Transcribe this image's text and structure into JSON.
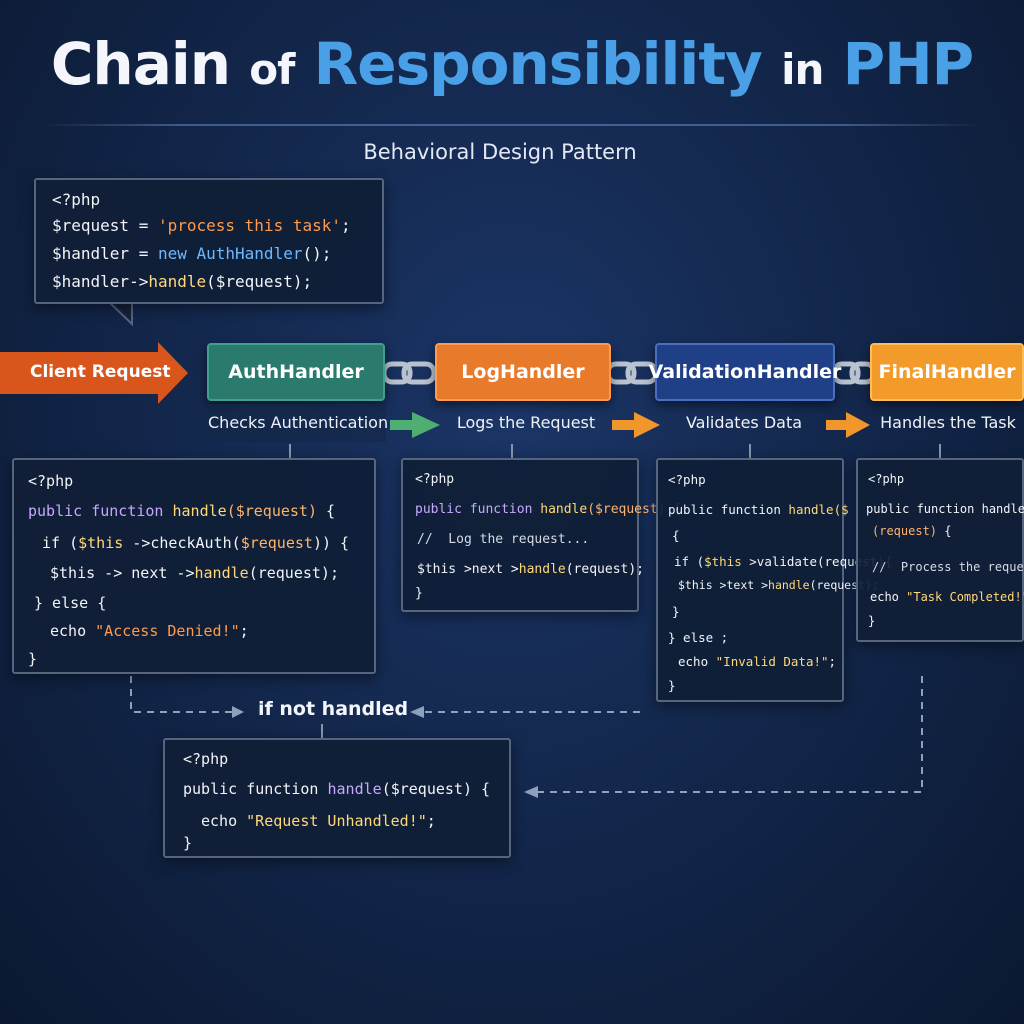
{
  "header": {
    "title_part1": "Chain",
    "title_part2": "of",
    "title_part3": "Responsibility",
    "title_part4": "in",
    "title_part5": "PHP",
    "subtitle": "Behavioral Design Pattern"
  },
  "client_code": {
    "line1": "<?php",
    "line2a": "$request = ",
    "line2b": "'process this task'",
    "line2c": ";",
    "line3a": "$handler = ",
    "line3b": "new ",
    "line3c": "AuthHandler",
    "line3d": "();",
    "line4a": "$handler->",
    "line4b": "handle",
    "line4c": "($request);"
  },
  "client_request_label": "Client Request",
  "handlers": [
    {
      "name": "AuthHandler",
      "desc": "Checks Authentication",
      "color": "#2a7a6e"
    },
    {
      "name": "LogHandler",
      "desc": "Logs the Request",
      "color": "#e87a2c"
    },
    {
      "name": "ValidationHandler",
      "desc": "Validates Data",
      "color": "#1f3f86"
    },
    {
      "name": "FinalHandler",
      "desc": "Handles the Task",
      "color": "#f29a2a"
    }
  ],
  "auth_code": {
    "l1": "<?php",
    "l2a": "public ",
    "l2b": "function ",
    "l2c": "handle",
    "l2d": "($request)",
    "l2e": " {",
    "l3a": "if (",
    "l3b": "$this",
    "l3c": " ->checkAuth(",
    "l3d": "$request",
    "l3e": ")) {",
    "l4a": "$this",
    "l4b": " -> next ->",
    "l4c": "handle",
    "l4d": "(request);",
    "l5": "} else {",
    "l6a": "echo ",
    "l6b": "\"Access Denied!\"",
    "l6c": ";",
    "l7": "}"
  },
  "log_code": {
    "l1": "<?php",
    "l2a": "public ",
    "l2b": "function ",
    "l2c": "handle",
    "l2d": "($request)",
    "l2e": " {",
    "l3": "//  Log the request...",
    "l4a": "$this",
    "l4b": " >next >",
    "l4c": "handle",
    "l4d": "(request);",
    "l5": "}"
  },
  "validation_code": {
    "l1": "<?php",
    "l2a": "public ",
    "l2b": "function ",
    "l2c": "handle",
    "l2d": "($",
    "l3": "{",
    "l4a": "if (",
    "l4b": "$this",
    "l4c": " >validate(request){",
    "l5a": "$this >",
    "l5b": "text >",
    "l5c": "handle",
    "l5d": "(request);",
    "l6": "}",
    "l7": "} else ;",
    "l8a": "echo ",
    "l8b": "\"Invalid Data!\"",
    "l8c": ";",
    "l9": "}"
  },
  "final_code": {
    "l1": "<?php",
    "l2a": "public ",
    "l2b": "function ",
    "l2c": "handle",
    "l2d": "(",
    "l3a": "(request)",
    "l3b": " {",
    "l4": "//  Process the request",
    "l5a": "echo ",
    "l5b": "\"Task Completed!\"",
    "l6": "}"
  },
  "fallback_label": "if not handled",
  "fallback_code": {
    "l1": "<?php",
    "l2a": "public ",
    "l2b": "function ",
    "l2c": "handle",
    "l2d": "($request)",
    "l2e": " {",
    "l3a": "echo ",
    "l3b": "\"Request Unhandled!\"",
    "l3c": ";",
    "l4": "}"
  },
  "colors": {
    "background": "#122548",
    "title_blue": "#4aa0e6",
    "client_arrow": "#d8551c",
    "arrow_green": "#4fae72",
    "arrow_orange": "#f0962a",
    "chain": "#b9c2cf"
  }
}
